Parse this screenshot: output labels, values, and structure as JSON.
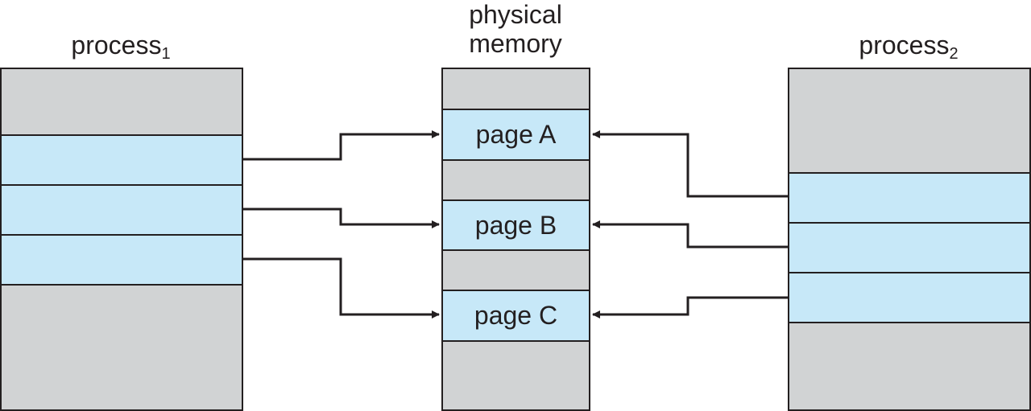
{
  "labels": {
    "process1": {
      "text": "process",
      "subscript": "1"
    },
    "physical_memory": {
      "line1": "physical",
      "line2": "memory"
    },
    "process2": {
      "text": "process",
      "subscript": "2"
    }
  },
  "pages": [
    "page A",
    "page B",
    "page C"
  ],
  "colors": {
    "unused": "#d1d3d4",
    "page": "#c7e8f8",
    "line": "#231f20"
  }
}
